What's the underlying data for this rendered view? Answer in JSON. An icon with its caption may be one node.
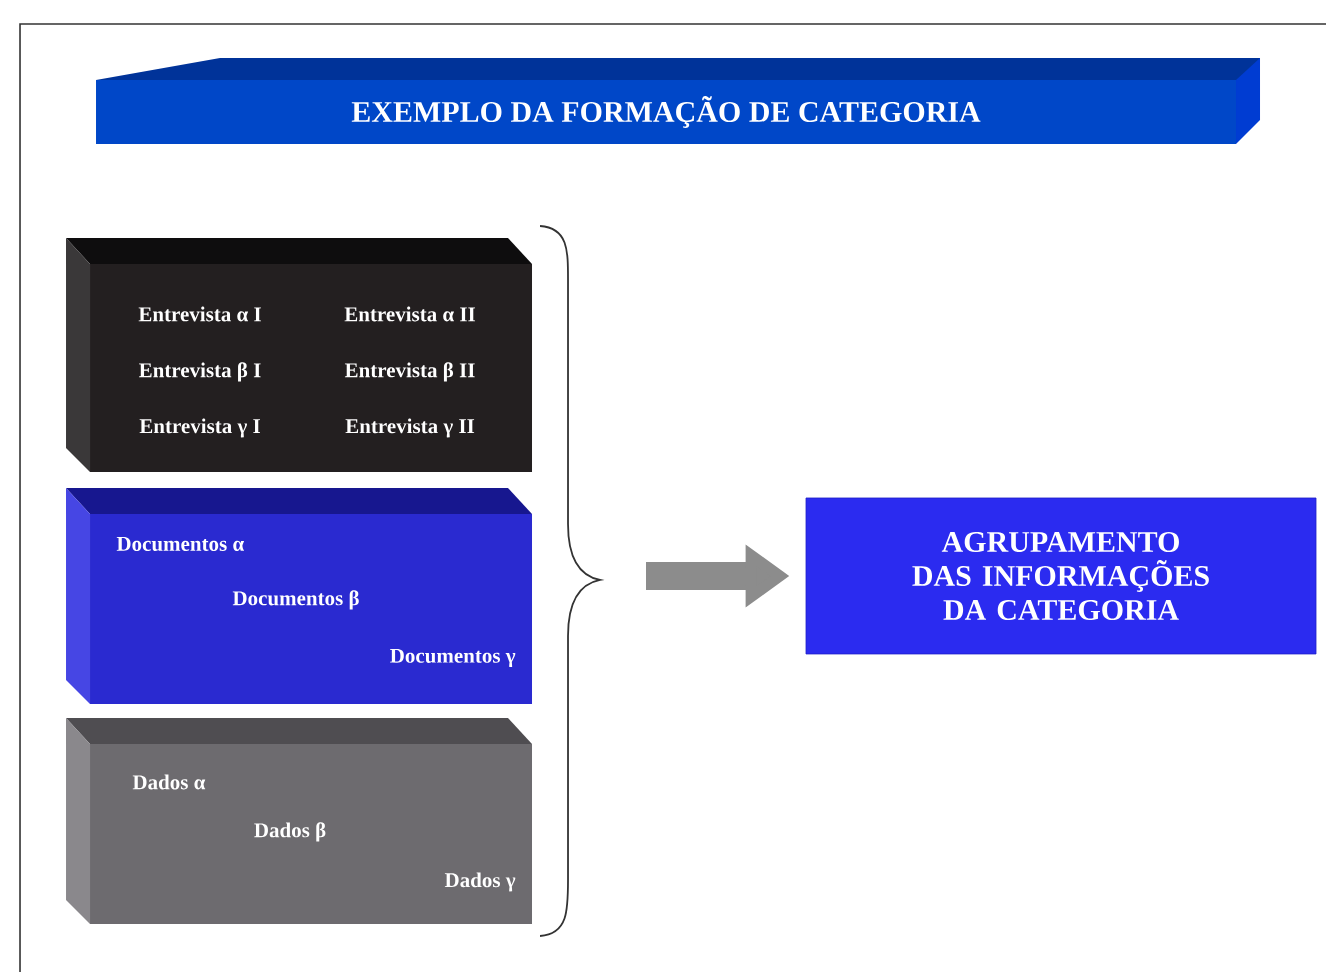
{
  "diagram": {
    "nodes": [
      {
        "text": [
          "EXEMPLO DA FORMAÇÃO DE CATEGORIA"
        ]
      },
      {
        "text": [
          "Entrevista α I",
          "Entrevista α II",
          "Entrevista β I",
          "Entrevista β II",
          "Entrevista γ I",
          "Entrevista γ II"
        ]
      },
      {
        "text": [
          "Documentos α",
          "Documentos β",
          "Documentos γ"
        ]
      },
      {
        "text": [
          "Dados α",
          "Dados β",
          "Dados γ"
        ]
      },
      {
        "text": [
          "AGRUPAMENTO DAS INFORMAÇÕES DA CATEGORIA"
        ]
      }
    ],
    "edges": [
      {
        "from": null,
        "to": 4,
        "arrow": "to",
        "color": "#8c8c8c"
      }
    ]
  }
}
